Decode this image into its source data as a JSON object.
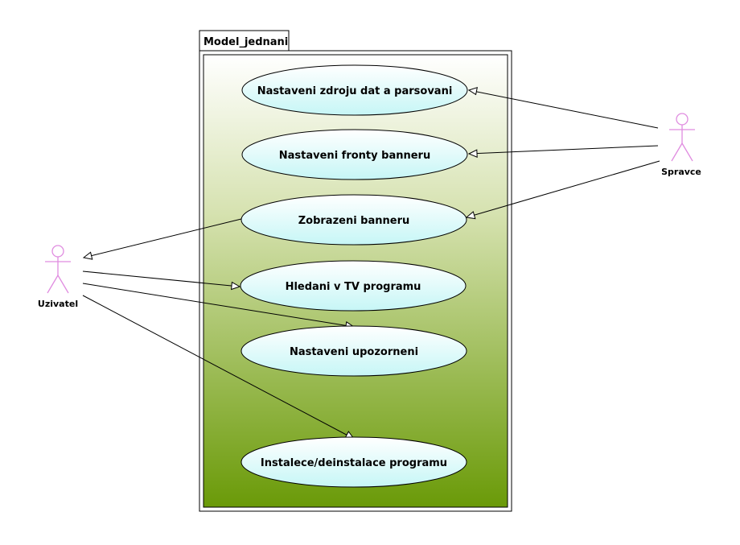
{
  "package": {
    "name": "Model_jednani"
  },
  "actors": [
    {
      "id": "uzivatel",
      "name": "Uzivatel"
    },
    {
      "id": "spravce",
      "name": "Spravce"
    }
  ],
  "use_cases": [
    {
      "id": "uc1",
      "label": "Nastaveni zdroju dat a parsovani"
    },
    {
      "id": "uc2",
      "label": "Nastaveni fronty banneru"
    },
    {
      "id": "uc3",
      "label": "Zobrazeni banneru"
    },
    {
      "id": "uc4",
      "label": "Hledani v TV programu"
    },
    {
      "id": "uc5",
      "label": "Nastaveni upozorneni"
    },
    {
      "id": "uc6",
      "label": "Instalece/deinstalace programu"
    }
  ],
  "associations": [
    {
      "from": "spravce",
      "to": "uc1"
    },
    {
      "from": "spravce",
      "to": "uc2"
    },
    {
      "from": "spravce",
      "to": "uc3"
    },
    {
      "from": "uc3",
      "to": "uzivatel"
    },
    {
      "from": "uzivatel",
      "to": "uc4"
    },
    {
      "from": "uzivatel",
      "to": "uc5"
    },
    {
      "from": "uzivatel",
      "to": "uc6"
    }
  ],
  "colors": {
    "actor_stroke": "#e08ce0",
    "ellipse_fill_top": "#ffffff",
    "ellipse_fill_bottom": "#c8f8f8",
    "package_gradient_top": "#ffffff",
    "package_gradient_bottom": "#6a9a08",
    "line": "#000000"
  }
}
